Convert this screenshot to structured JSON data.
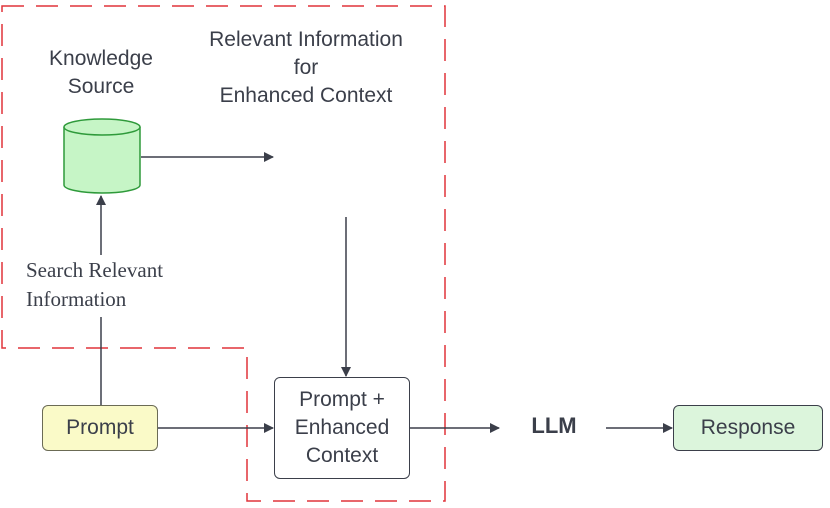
{
  "nodes": {
    "knowledge_source": {
      "line1": "Knowledge",
      "line2": "Source"
    },
    "relevant_info": {
      "line1": "Relevant Information",
      "line2": "for",
      "line3": "Enhanced Context"
    },
    "search": {
      "line1": "Search Relevant",
      "line2": "Information"
    },
    "prompt": {
      "label": "Prompt"
    },
    "prompt_enhanced": {
      "line1": "Prompt +",
      "line2": "Enhanced",
      "line3": "Context"
    },
    "llm": {
      "label": "LLM"
    },
    "response": {
      "label": "Response"
    }
  },
  "colors": {
    "dashed_border": "#e0333a",
    "cylinder_fill": "#c6f5c6",
    "cylinder_stroke": "#2e9a3a",
    "prompt_fill": "#fafac8",
    "response_fill": "#dcf5dc",
    "arrow": "#3b3f4a"
  }
}
